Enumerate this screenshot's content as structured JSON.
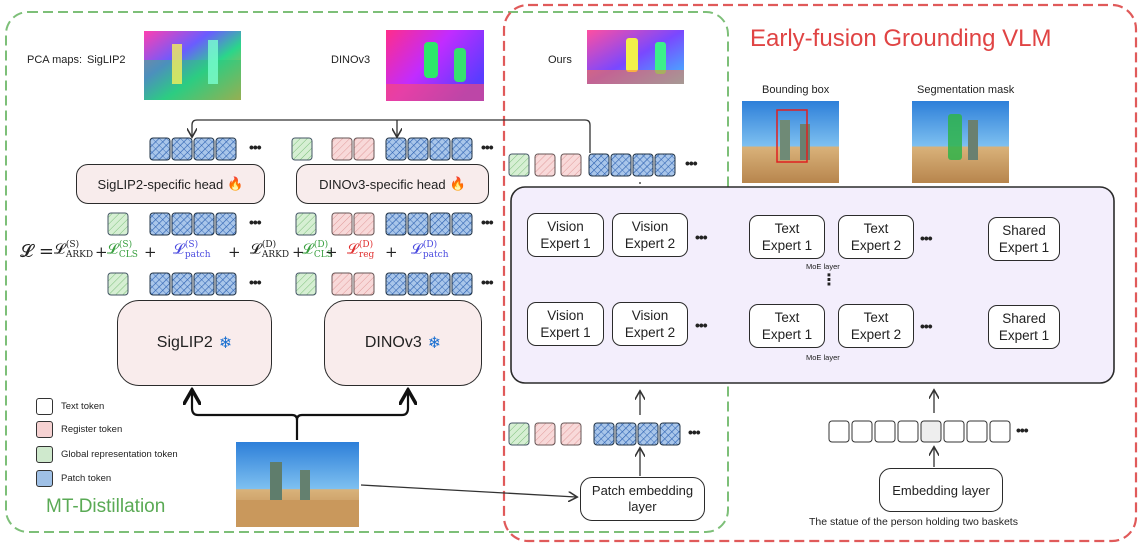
{
  "sections": {
    "left_title": "MT-Distillation",
    "right_title": "Early-fusion Grounding VLM",
    "left_color": "#5aaa55",
    "right_color": "#e04444"
  },
  "pca": {
    "prefix": "PCA maps:",
    "labels": [
      "SigLIP2",
      "DINOv3",
      "Ours"
    ]
  },
  "heads": {
    "siglip": "SigLIP2-specific head",
    "dinov3": "DINOv3-specific head",
    "fire_icon": "fire-icon"
  },
  "loss": {
    "lhs": "𝓛",
    "eq": "=",
    "terms": [
      {
        "sym": "𝓛",
        "sup": "(S)",
        "sub": "ARKD",
        "color": "#222222"
      },
      {
        "sym": "𝓛",
        "sup": "(S)",
        "sub": "CLS",
        "color": "#3aa040"
      },
      {
        "sym": "𝓛",
        "sup": "(S)",
        "sub": "patch",
        "color": "#4a4adf"
      },
      {
        "sym": "𝓛",
        "sup": "(D)",
        "sub": "ARKD",
        "color": "#222222"
      },
      {
        "sym": "𝓛",
        "sup": "(D)",
        "sub": "CLS",
        "color": "#3aa040"
      },
      {
        "sym": "𝓛",
        "sup": "(D)",
        "sub": "reg",
        "color": "#e03030"
      },
      {
        "sym": "𝓛",
        "sup": "(D)",
        "sub": "patch",
        "color": "#4a4adf"
      }
    ],
    "plus": "+"
  },
  "backbones": {
    "siglip": "SigLIP2",
    "dinov3": "DINOv3",
    "snow_icon": "snowflake-icon"
  },
  "legend": [
    {
      "label": "Text token",
      "color": "#ffffff"
    },
    {
      "label": "Register token",
      "color": "#f6d2d2"
    },
    {
      "label": "Global representation token",
      "color": "#cfe9cd"
    },
    {
      "label": "Patch token",
      "color": "#9fc0e6"
    }
  ],
  "ellipsis": "•••",
  "vlm": {
    "bbox_label": "Bounding box",
    "seg_label": "Segmentation mask",
    "vision_expert_1": [
      "Vision",
      "Expert 1"
    ],
    "vision_expert_2": [
      "Vision",
      "Expert 2"
    ],
    "text_expert_1": [
      "Text",
      "Expert 1"
    ],
    "text_expert_2": [
      "Text",
      "Expert 2"
    ],
    "shared_expert_1": [
      "Shared",
      "Expert 1"
    ],
    "moe_label": "MoE layer",
    "vdots": "⋮",
    "patch_embed": [
      "Patch embedding",
      "layer"
    ],
    "embed_layer": "Embedding layer",
    "prompt": "The statue of the person holding two baskets"
  },
  "colors": {
    "patch": "#9fc0e6",
    "patch_hatch": "#2a5fb0",
    "green_tok": "#cfe9cd",
    "green_hatch": "#58a85a",
    "red_tok": "#f6d2d2",
    "red_hatch": "#d97a7a",
    "moe_bg": "#f3eefc",
    "head_bg": "#f8ecec"
  }
}
